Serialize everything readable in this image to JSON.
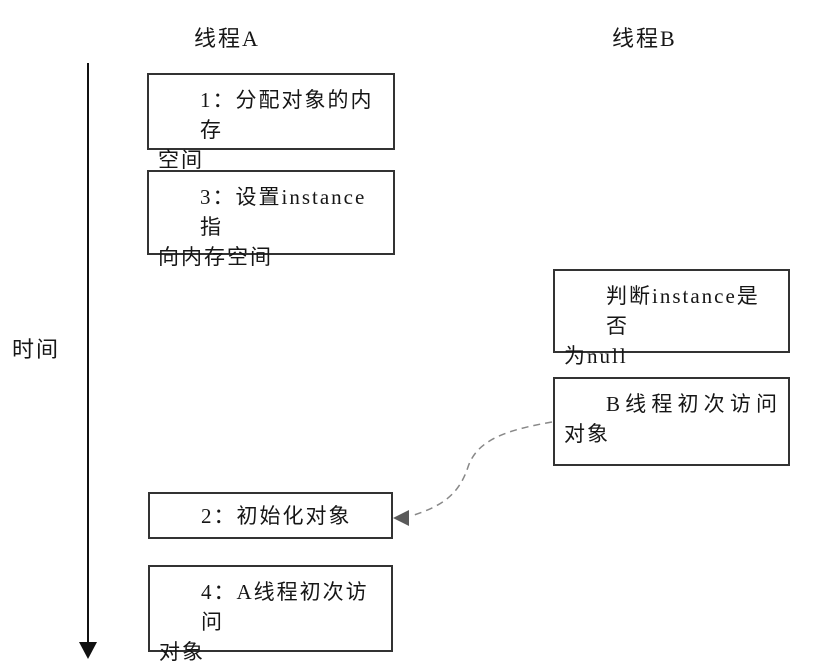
{
  "headers": {
    "thread_a": "线程A",
    "thread_b": "线程B"
  },
  "timeline": {
    "label": "时间",
    "direction": "down"
  },
  "boxes": {
    "a1": {
      "thread": "A",
      "lines": [
        "1：分配对象的内存",
        "空间"
      ],
      "text": "1：分配对象的内存空间"
    },
    "a3": {
      "thread": "A",
      "lines": [
        "3：设置instance指",
        "向内存空间"
      ],
      "text": "3：设置instance指向内存空间"
    },
    "b_check": {
      "thread": "B",
      "lines": [
        "判断instance是否",
        "为null"
      ],
      "text": "判断instance是否为null"
    },
    "b_access": {
      "thread": "B",
      "lines": [
        "B线程初次访问",
        "对象"
      ],
      "text": "B线程初次访问对象"
    },
    "a2": {
      "thread": "A",
      "lines": [
        "2：初始化对象"
      ],
      "text": "2：初始化对象"
    },
    "a4": {
      "thread": "A",
      "lines": [
        "4：A线程初次访问",
        "对象"
      ],
      "text": "4：A线程初次访问对象"
    }
  },
  "arrow": {
    "from": "b_access",
    "to": "a2",
    "style": "dashed-curve"
  },
  "colors": {
    "background": "#ffffff",
    "text": "#161616",
    "box_border": "#333333",
    "time_axis": "#111111",
    "dashed_arrow": "#888888",
    "arrowhead": "#5a5a5a"
  }
}
